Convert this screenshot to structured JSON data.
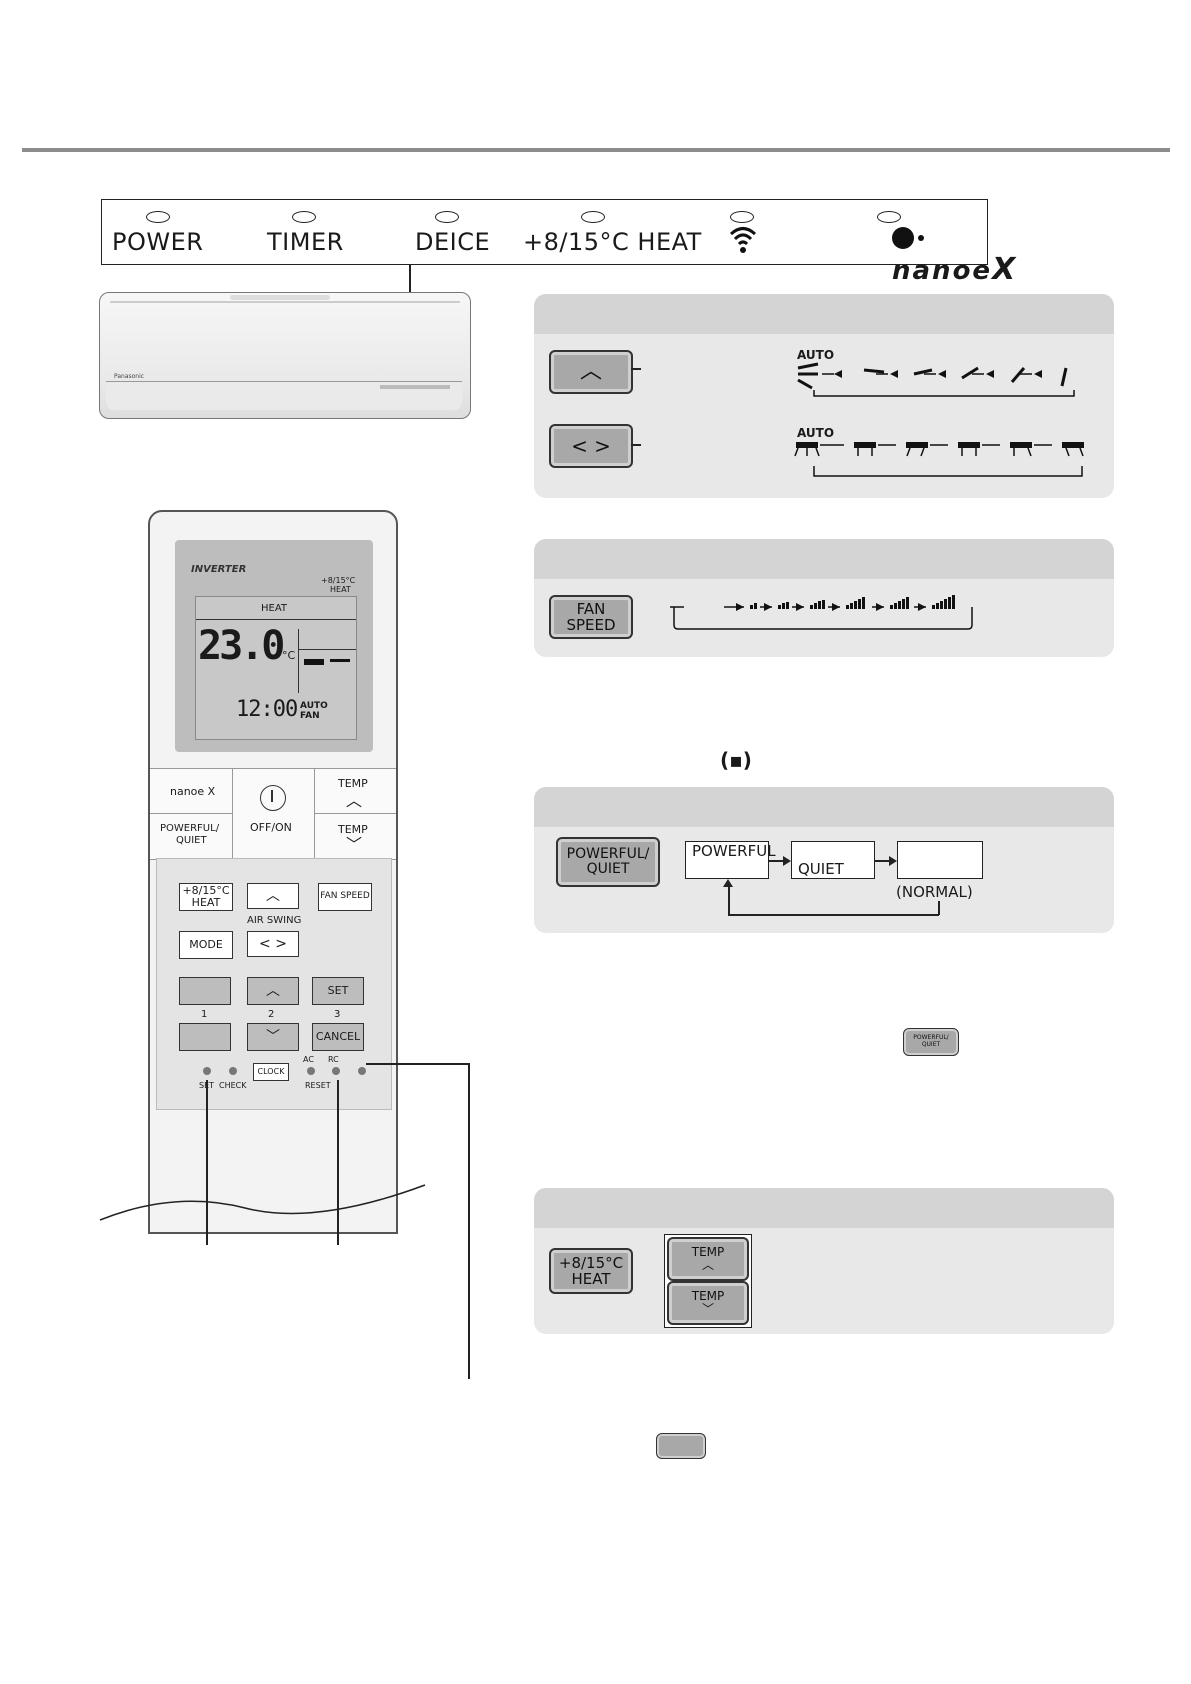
{
  "indicators": {
    "power": "POWER",
    "timer": "TIMER",
    "deice": "DEICE",
    "heat": "+8/15°C  HEAT",
    "brand": "nanoe",
    "brand_x": "X"
  },
  "unit": {
    "logo": "Panasonic"
  },
  "swing_panel": {
    "auto_label_v": "AUTO",
    "auto_label_h": "AUTO"
  },
  "fan_panel": {
    "button": "FAN SPEED"
  },
  "fan_note_icon": "(▪)",
  "powerful_panel": {
    "button_line1": "POWERFUL/",
    "button_line2": "QUIET",
    "flow_powerful": "POWERFUL",
    "flow_quiet": "QUIET",
    "flow_normal": "(NORMAL)"
  },
  "inline_button": {
    "line1": "POWERFUL/",
    "line2": "QUIET"
  },
  "heat_panel": {
    "button_line1": "+8/15°C",
    "button_line2": "HEAT",
    "temp_up": "TEMP",
    "temp_down": "TEMP"
  },
  "remote": {
    "lcd_brand": "INVERTER",
    "lcd_heat_top": "+8/15°C",
    "lcd_heat_top2": "HEAT",
    "lcd_mode": "HEAT",
    "lcd_temp": "23.0",
    "lcd_unit": "°C",
    "lcd_clock": "12:00",
    "lcd_auto": "AUTO",
    "lcd_fan": "FAN",
    "key_nanoe": "nanoe X",
    "key_offon": "OFF/ON",
    "key_temp_up": "TEMP",
    "key_powerful": "POWERFUL/",
    "key_quiet": "QUIET",
    "key_temp_down": "TEMP",
    "key_heat1": "+8/15°C",
    "key_heat2": "HEAT",
    "key_fanspeed": "FAN SPEED",
    "key_airswing": "AIR SWING",
    "key_mode": "MODE",
    "key_set": "SET",
    "key_cancel": "CANCEL",
    "num1": "1",
    "num2": "2",
    "num3": "3",
    "lbl_set": "SET",
    "lbl_check": "CHECK",
    "key_clock": "CLOCK",
    "lbl_ac": "AC",
    "lbl_rc": "RC",
    "lbl_reset": "RESET"
  }
}
